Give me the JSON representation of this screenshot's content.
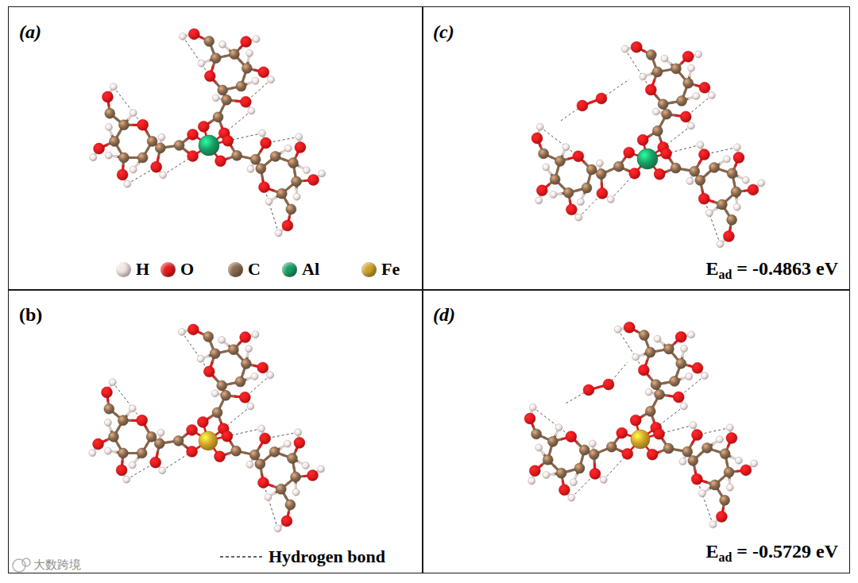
{
  "diagram": {
    "nodes": [
      {
        "text": [
          "(a)"
        ]
      },
      {
        "text": [
          "(c)",
          "Ead = -0.4863 eV"
        ]
      },
      {
        "text": [
          "(b)"
        ]
      },
      {
        "text": [
          "(d)",
          "Ead = -0.5729 eV"
        ]
      }
    ],
    "labels": [
      "大数跨境"
    ],
    "legend": [
      {
        "text": "H",
        "color": "#f3e6e4"
      },
      {
        "text": "O",
        "color": "#e8191c"
      },
      {
        "text": "C",
        "color": "#8b6a4f"
      },
      {
        "text": "Al",
        "color": "#1a9e63"
      },
      {
        "text": "Fe",
        "color": "#d1a22a"
      },
      {
        "text": "Hydrogen bond"
      }
    ]
  }
}
